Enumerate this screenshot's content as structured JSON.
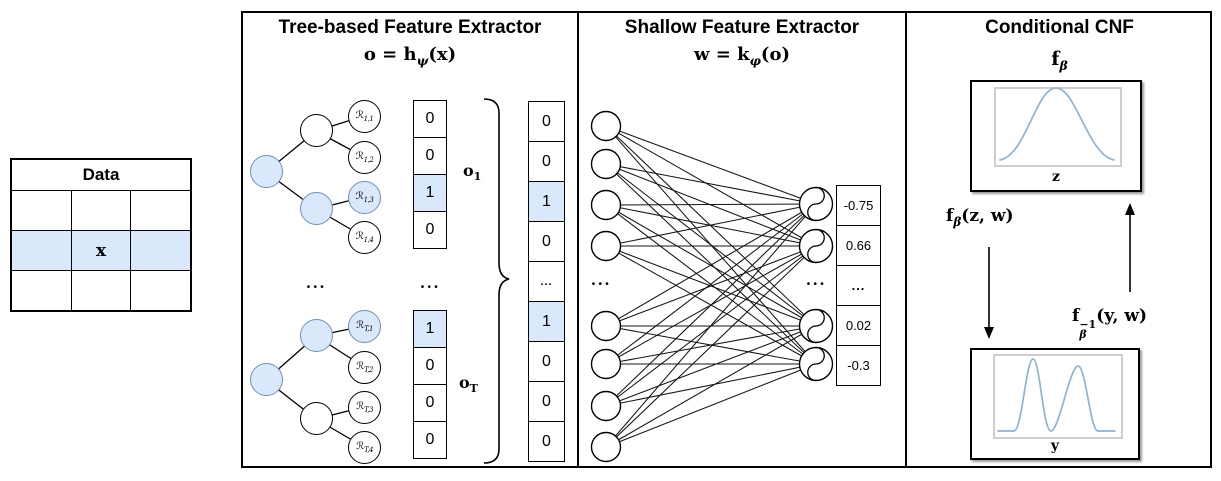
{
  "data_table": {
    "title": "Data",
    "x_label": "x"
  },
  "tree_panel": {
    "title": "Tree-based Feature Extractor",
    "equation": {
      "pre": "o = h",
      "sub": "ψ",
      "post": "(x)"
    },
    "tree1": {
      "leaf_labels": [
        {
          "base": "ℛ",
          "sub": "1,1"
        },
        {
          "base": "ℛ",
          "sub": "1,2"
        },
        {
          "base": "ℛ",
          "sub": "1,3"
        },
        {
          "base": "ℛ",
          "sub": "1,4"
        }
      ]
    },
    "tree2": {
      "leaf_labels": [
        {
          "base": "ℛ",
          "sub": "T,1"
        },
        {
          "base": "ℛ",
          "sub": "T,2"
        },
        {
          "base": "ℛ",
          "sub": "T,3"
        },
        {
          "base": "ℛ",
          "sub": "T,4"
        }
      ]
    },
    "trees_ellipsis": "...",
    "vectors_ellipsis": "...",
    "vector1": {
      "cells": [
        "0",
        "0",
        "1",
        "0"
      ],
      "label": {
        "base": "o",
        "sub": "1"
      }
    },
    "vector2": {
      "cells": [
        "1",
        "0",
        "0",
        "0"
      ],
      "label": {
        "base": "o",
        "sub": "T"
      }
    },
    "concat_vector": {
      "cells": [
        "0",
        "0",
        "1",
        "0",
        "...",
        "1",
        "0",
        "0",
        "0"
      ]
    }
  },
  "shallow_panel": {
    "title": "Shallow Feature Extractor",
    "equation": {
      "pre": "w = k",
      "sub": "φ",
      "post": "(o)"
    },
    "input_ellipsis": "...",
    "output_ellipsis": "...",
    "output_vector": {
      "cells": [
        "-0.75",
        "0.66",
        "...",
        "0.02",
        "-0.3"
      ]
    }
  },
  "cnf_panel": {
    "title": "Conditional CNF",
    "flow_label": {
      "base": "f",
      "sub": "β"
    },
    "z_plot": {
      "axis_label": "z"
    },
    "y_plot": {
      "axis_label": "y"
    },
    "forward_map": {
      "pre": "f",
      "sub": "β",
      "post": "(z, w)"
    },
    "inverse_map": {
      "pre": "f",
      "sub": "β",
      "sup": "−1",
      "post": "(y, w)"
    }
  },
  "colors": {
    "highlight_fill": "#dae8fc",
    "highlight_stroke": "#6c8ebf",
    "curve_blue": "#8ab4d8"
  }
}
